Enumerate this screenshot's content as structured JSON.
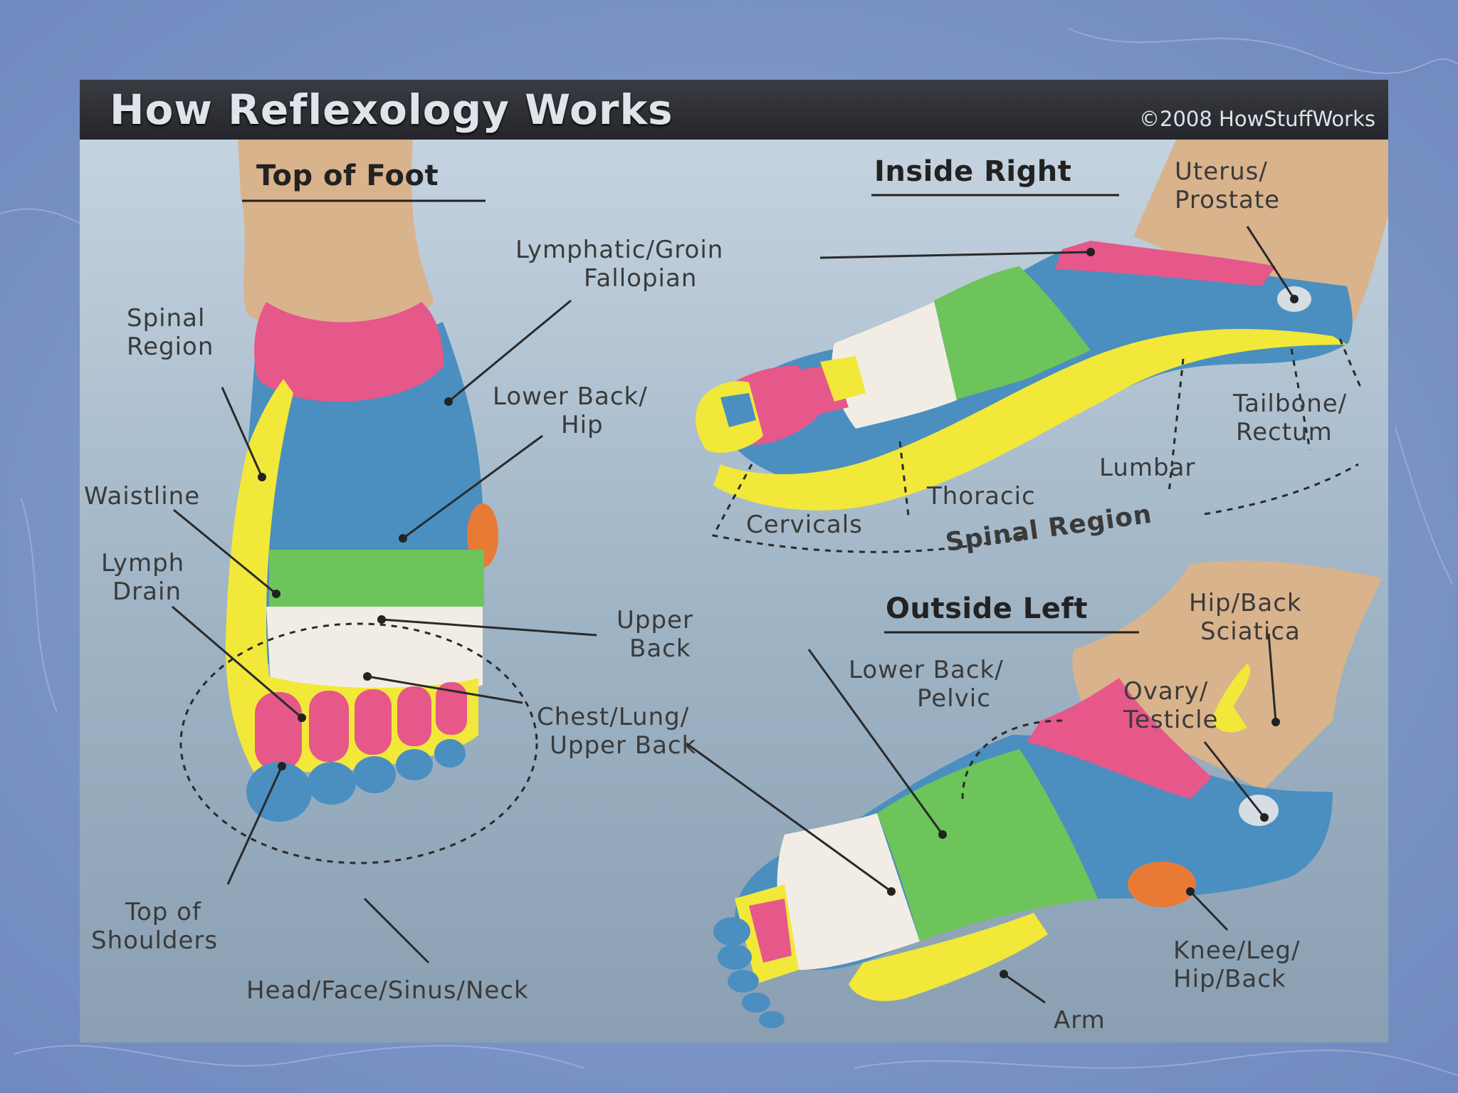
{
  "header": {
    "title": "How Reflexology Works",
    "copyright": "©2008 HowStuffWorks"
  },
  "sections": {
    "top": "Top of Foot",
    "inside": "Inside Right",
    "outside": "Outside Left"
  },
  "labels": {
    "top": {
      "spinal_1": "Spinal",
      "spinal_2": "Region",
      "lymphatic_1": "Lymphatic/Groin",
      "lymphatic_2": "Fallopian",
      "lowerback_1": "Lower Back/",
      "lowerback_2": "Hip",
      "waistline": "Waistline",
      "lymph_1": "Lymph",
      "lymph_2": "Drain",
      "upperback_1": "Upper",
      "upperback_2": "Back",
      "chest_1": "Chest/Lung/",
      "chest_2": "Upper Back",
      "shoulders_1": "Top of",
      "shoulders_2": "Shoulders",
      "head": "Head/Face/Sinus/Neck"
    },
    "inside": {
      "uterus_1": "Uterus/",
      "uterus_2": "Prostate",
      "tailbone_1": "Tailbone/",
      "tailbone_2": "Rectum",
      "lumbar": "Lumbar",
      "thoracic": "Thoracic",
      "cervicals": "Cervicals",
      "spinal_region": "Spinal Region"
    },
    "outside": {
      "hipback_1": "Hip/Back",
      "hipback_2": "Sciatica",
      "lowerback_1": "Lower Back/",
      "lowerback_2": "Pelvic",
      "ovary_1": "Ovary/",
      "ovary_2": "Testicle",
      "knee_1": "Knee/Leg/",
      "knee_2": "Hip/Back",
      "arm": "Arm"
    }
  },
  "colors": {
    "skin": "#d9b38c",
    "pink": "#e6578a",
    "blue": "#4a8fc0",
    "green": "#6dc45a",
    "yellow": "#f2e83a",
    "white": "#f2ede4",
    "orange": "#e87a36",
    "page_bg": "#7f98c8",
    "title_bar": "#2c2e33"
  }
}
